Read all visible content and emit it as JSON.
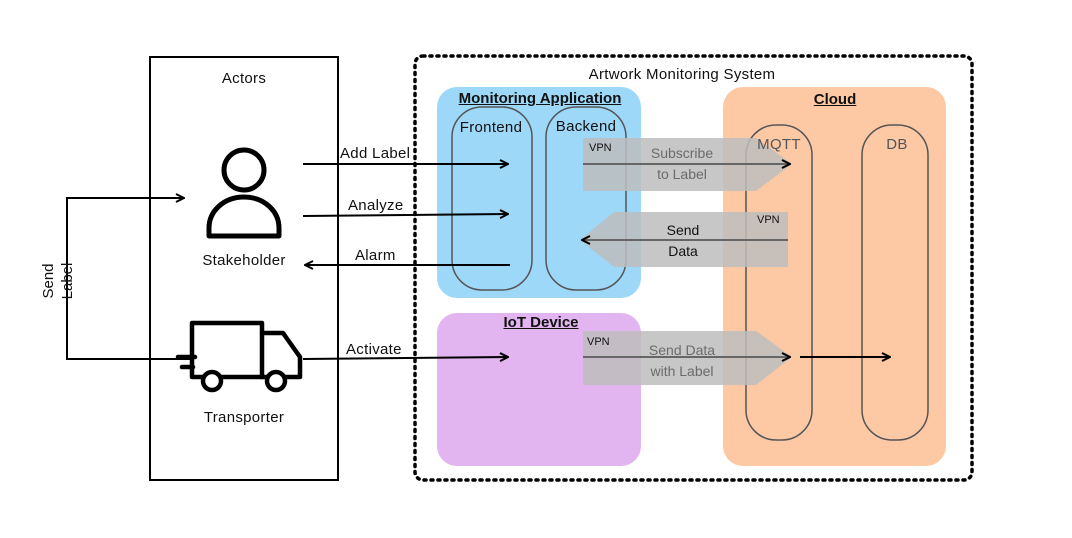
{
  "actors": {
    "title": "Actors",
    "stakeholder": "Stakeholder",
    "transporter": "Transporter"
  },
  "system": {
    "title": "Artwork Monitoring System",
    "monitoring_app": {
      "title": "Monitoring Application",
      "frontend": "Frontend",
      "backend": "Backend"
    },
    "cloud": {
      "title": "Cloud",
      "mqtt": "MQTT",
      "db": "DB"
    },
    "iot_device": {
      "title": "IoT Device"
    }
  },
  "flows": {
    "add_label": "Add Label",
    "analyze": "Analyze",
    "alarm": "Alarm",
    "activate": "Activate",
    "send_label_line1": "Send",
    "send_label_line2": "Label"
  },
  "vpn_links": {
    "subscribe": {
      "tag": "VPN",
      "line1": "Subscribe",
      "line2": "to Label"
    },
    "send_data": {
      "tag": "VPN",
      "line1": "Send",
      "line2": "Data"
    },
    "send_data_label": {
      "tag": "VPN",
      "line1": "Send Data",
      "line2": "with Label"
    }
  },
  "colors": {
    "monitoring_app_fill": "#9dd8f9",
    "cloud_fill": "#fdc9a4",
    "iot_fill": "#e2b4f0",
    "vpn_arrow_fill": "#c3c3c3",
    "stroke": "#000000"
  },
  "icons": {
    "stakeholder": "person-icon",
    "transporter": "truck-icon"
  }
}
